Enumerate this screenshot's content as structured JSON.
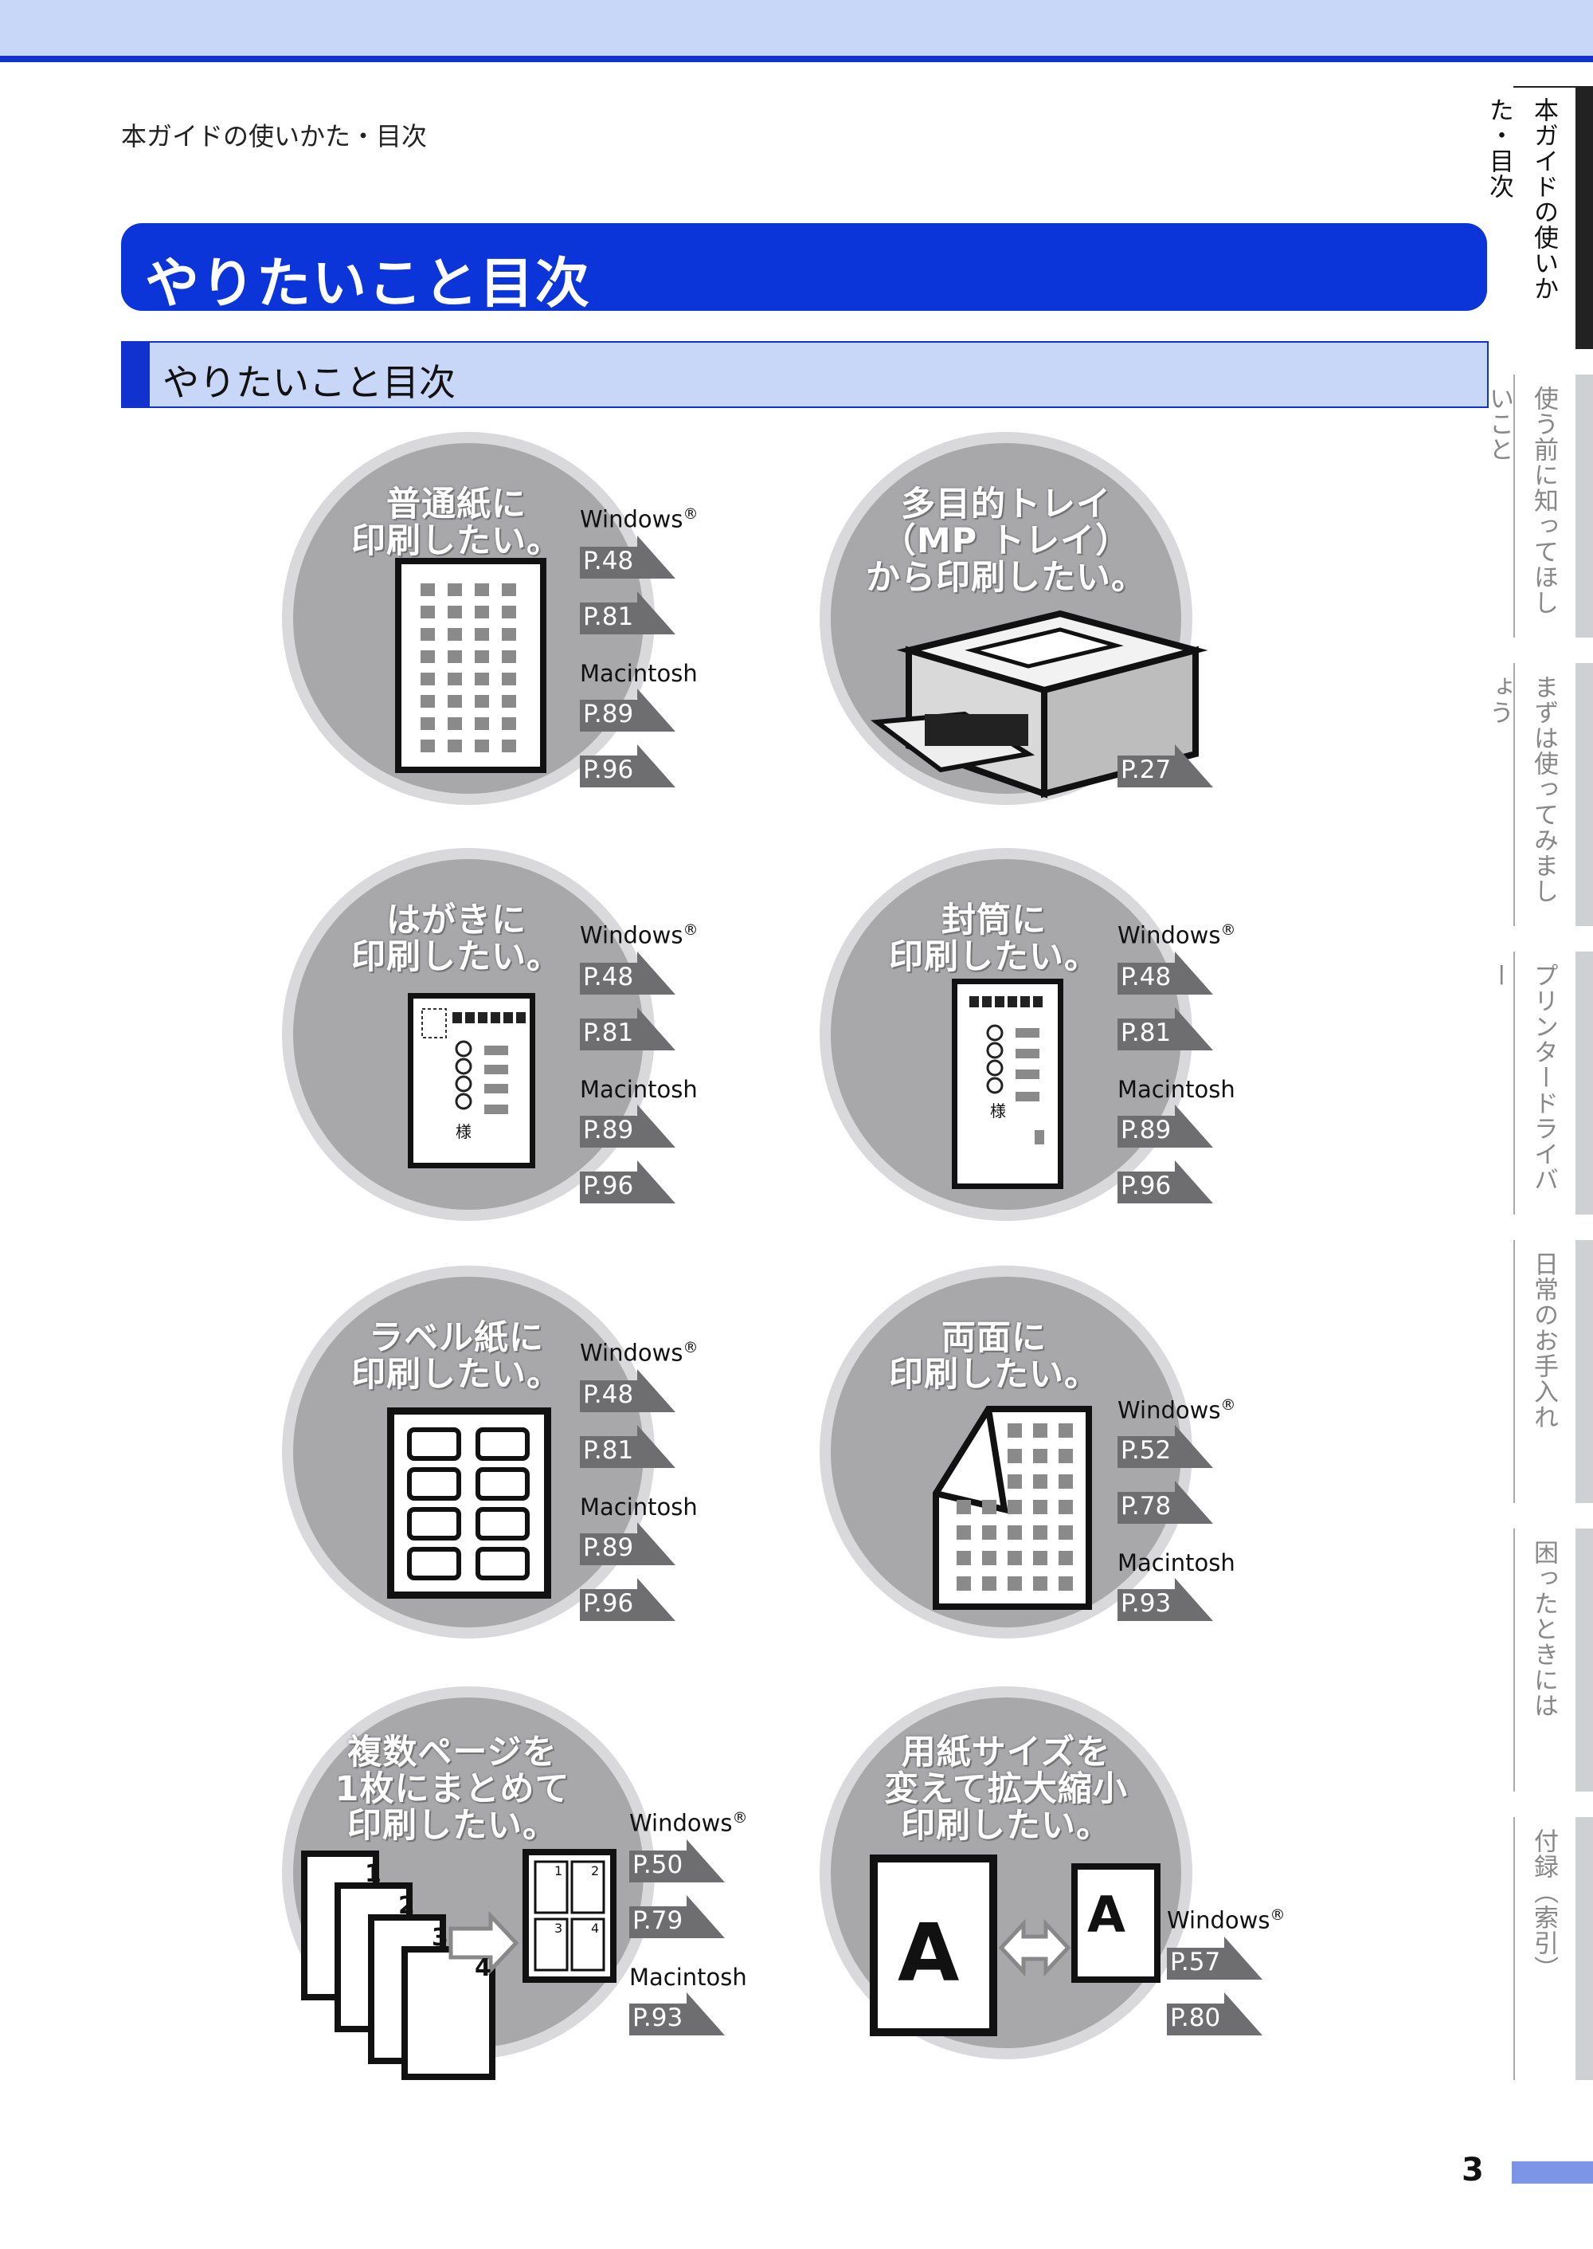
{
  "header": {
    "breadcrumb": "本ガイドの使いかた・目次",
    "title": "やりたいこと目次",
    "subtitle": "やりたいこと目次"
  },
  "side_tabs": [
    {
      "label": "本ガイドの使いかた・目次",
      "active": true
    },
    {
      "label": "使う前に知ってほしいこと",
      "active": false
    },
    {
      "label": "まずは使ってみましょう",
      "active": false
    },
    {
      "label": "プリンタードライバー",
      "active": false
    },
    {
      "label": "日常のお手入れ",
      "active": false
    },
    {
      "label": "困ったときには",
      "active": false
    },
    {
      "label": "付録（索引）",
      "active": false
    }
  ],
  "page_number": "3",
  "sections": [
    {
      "title": "普通紙に\n印刷したい。",
      "win_label": "Windows",
      "mac_label": "Macintosh",
      "win_refs": [
        "P.48",
        "P.81"
      ],
      "mac_refs": [
        "P.89",
        "P.96"
      ],
      "illustration": "paper-sheet-icon"
    },
    {
      "title": "多目的トレイ\n（MP トレイ）\nから印刷したい。",
      "refs": [
        "P.27"
      ],
      "illustration": "printer-icon"
    },
    {
      "title": "はがきに\n印刷したい。",
      "win_label": "Windows",
      "mac_label": "Macintosh",
      "win_refs": [
        "P.48",
        "P.81"
      ],
      "mac_refs": [
        "P.89",
        "P.96"
      ],
      "illustration": "postcard-icon",
      "mark": "様"
    },
    {
      "title": "封筒に\n印刷したい。",
      "win_label": "Windows",
      "mac_label": "Macintosh",
      "win_refs": [
        "P.48",
        "P.81"
      ],
      "mac_refs": [
        "P.89",
        "P.96"
      ],
      "illustration": "envelope-icon",
      "mark": "様"
    },
    {
      "title": "ラベル紙に\n印刷したい。",
      "win_label": "Windows",
      "mac_label": "Macintosh",
      "win_refs": [
        "P.48",
        "P.81"
      ],
      "mac_refs": [
        "P.89",
        "P.96"
      ],
      "illustration": "label-sheet-icon"
    },
    {
      "title": "両面に\n印刷したい。",
      "win_label": "Windows",
      "mac_label": "Macintosh",
      "win_refs": [
        "P.52",
        "P.78"
      ],
      "mac_refs": [
        "P.93"
      ],
      "illustration": "duplex-page-icon"
    },
    {
      "title": "複数ページを\n1枚にまとめて\n印刷したい。",
      "win_label": "Windows",
      "mac_label": "Macintosh",
      "win_refs": [
        "P.50",
        "P.79"
      ],
      "mac_refs": [
        "P.93"
      ],
      "illustration": "n-up-pages-icon",
      "page_nums": [
        "1",
        "2",
        "3",
        "4"
      ]
    },
    {
      "title": "用紙サイズを\n変えて拡大縮小\n印刷したい。",
      "win_label": "Windows",
      "win_refs": [
        "P.57",
        "P.80"
      ],
      "illustration": "resize-icon",
      "letter": "A"
    }
  ],
  "reg_mark": "®",
  "colors": {
    "accent": "#0b34d9",
    "light_band": "#c8d6f7",
    "circle": "#a8a8ab",
    "ref_tag": "#6e6e70"
  }
}
